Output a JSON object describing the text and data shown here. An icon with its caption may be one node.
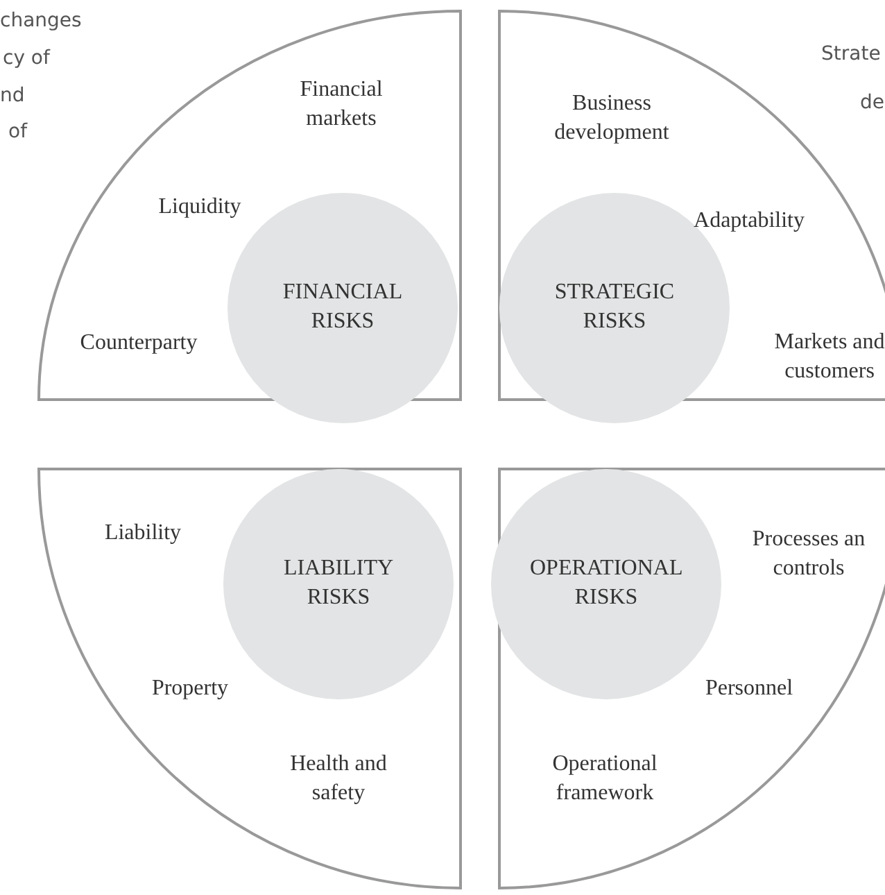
{
  "diagram": {
    "nodes": [
      {
        "text": [
          "FINANCIAL RISKS"
        ]
      },
      {
        "text": [
          "STRATEGIC RISKS"
        ]
      },
      {
        "text": [
          "LIABILITY RISKS"
        ]
      },
      {
        "text": [
          "OPERATIONAL RISKS"
        ]
      }
    ],
    "labels": [
      "changes",
      "cy of",
      "nd",
      "of",
      "Strate",
      "de",
      "Financial markets",
      "Liquidity",
      "Counterparty",
      "Business development",
      "Adaptability",
      "Markets and customers",
      "Liability",
      "Property",
      "Health and safety",
      "Processes an controls",
      "Personnel",
      "Operational framework"
    ]
  }
}
